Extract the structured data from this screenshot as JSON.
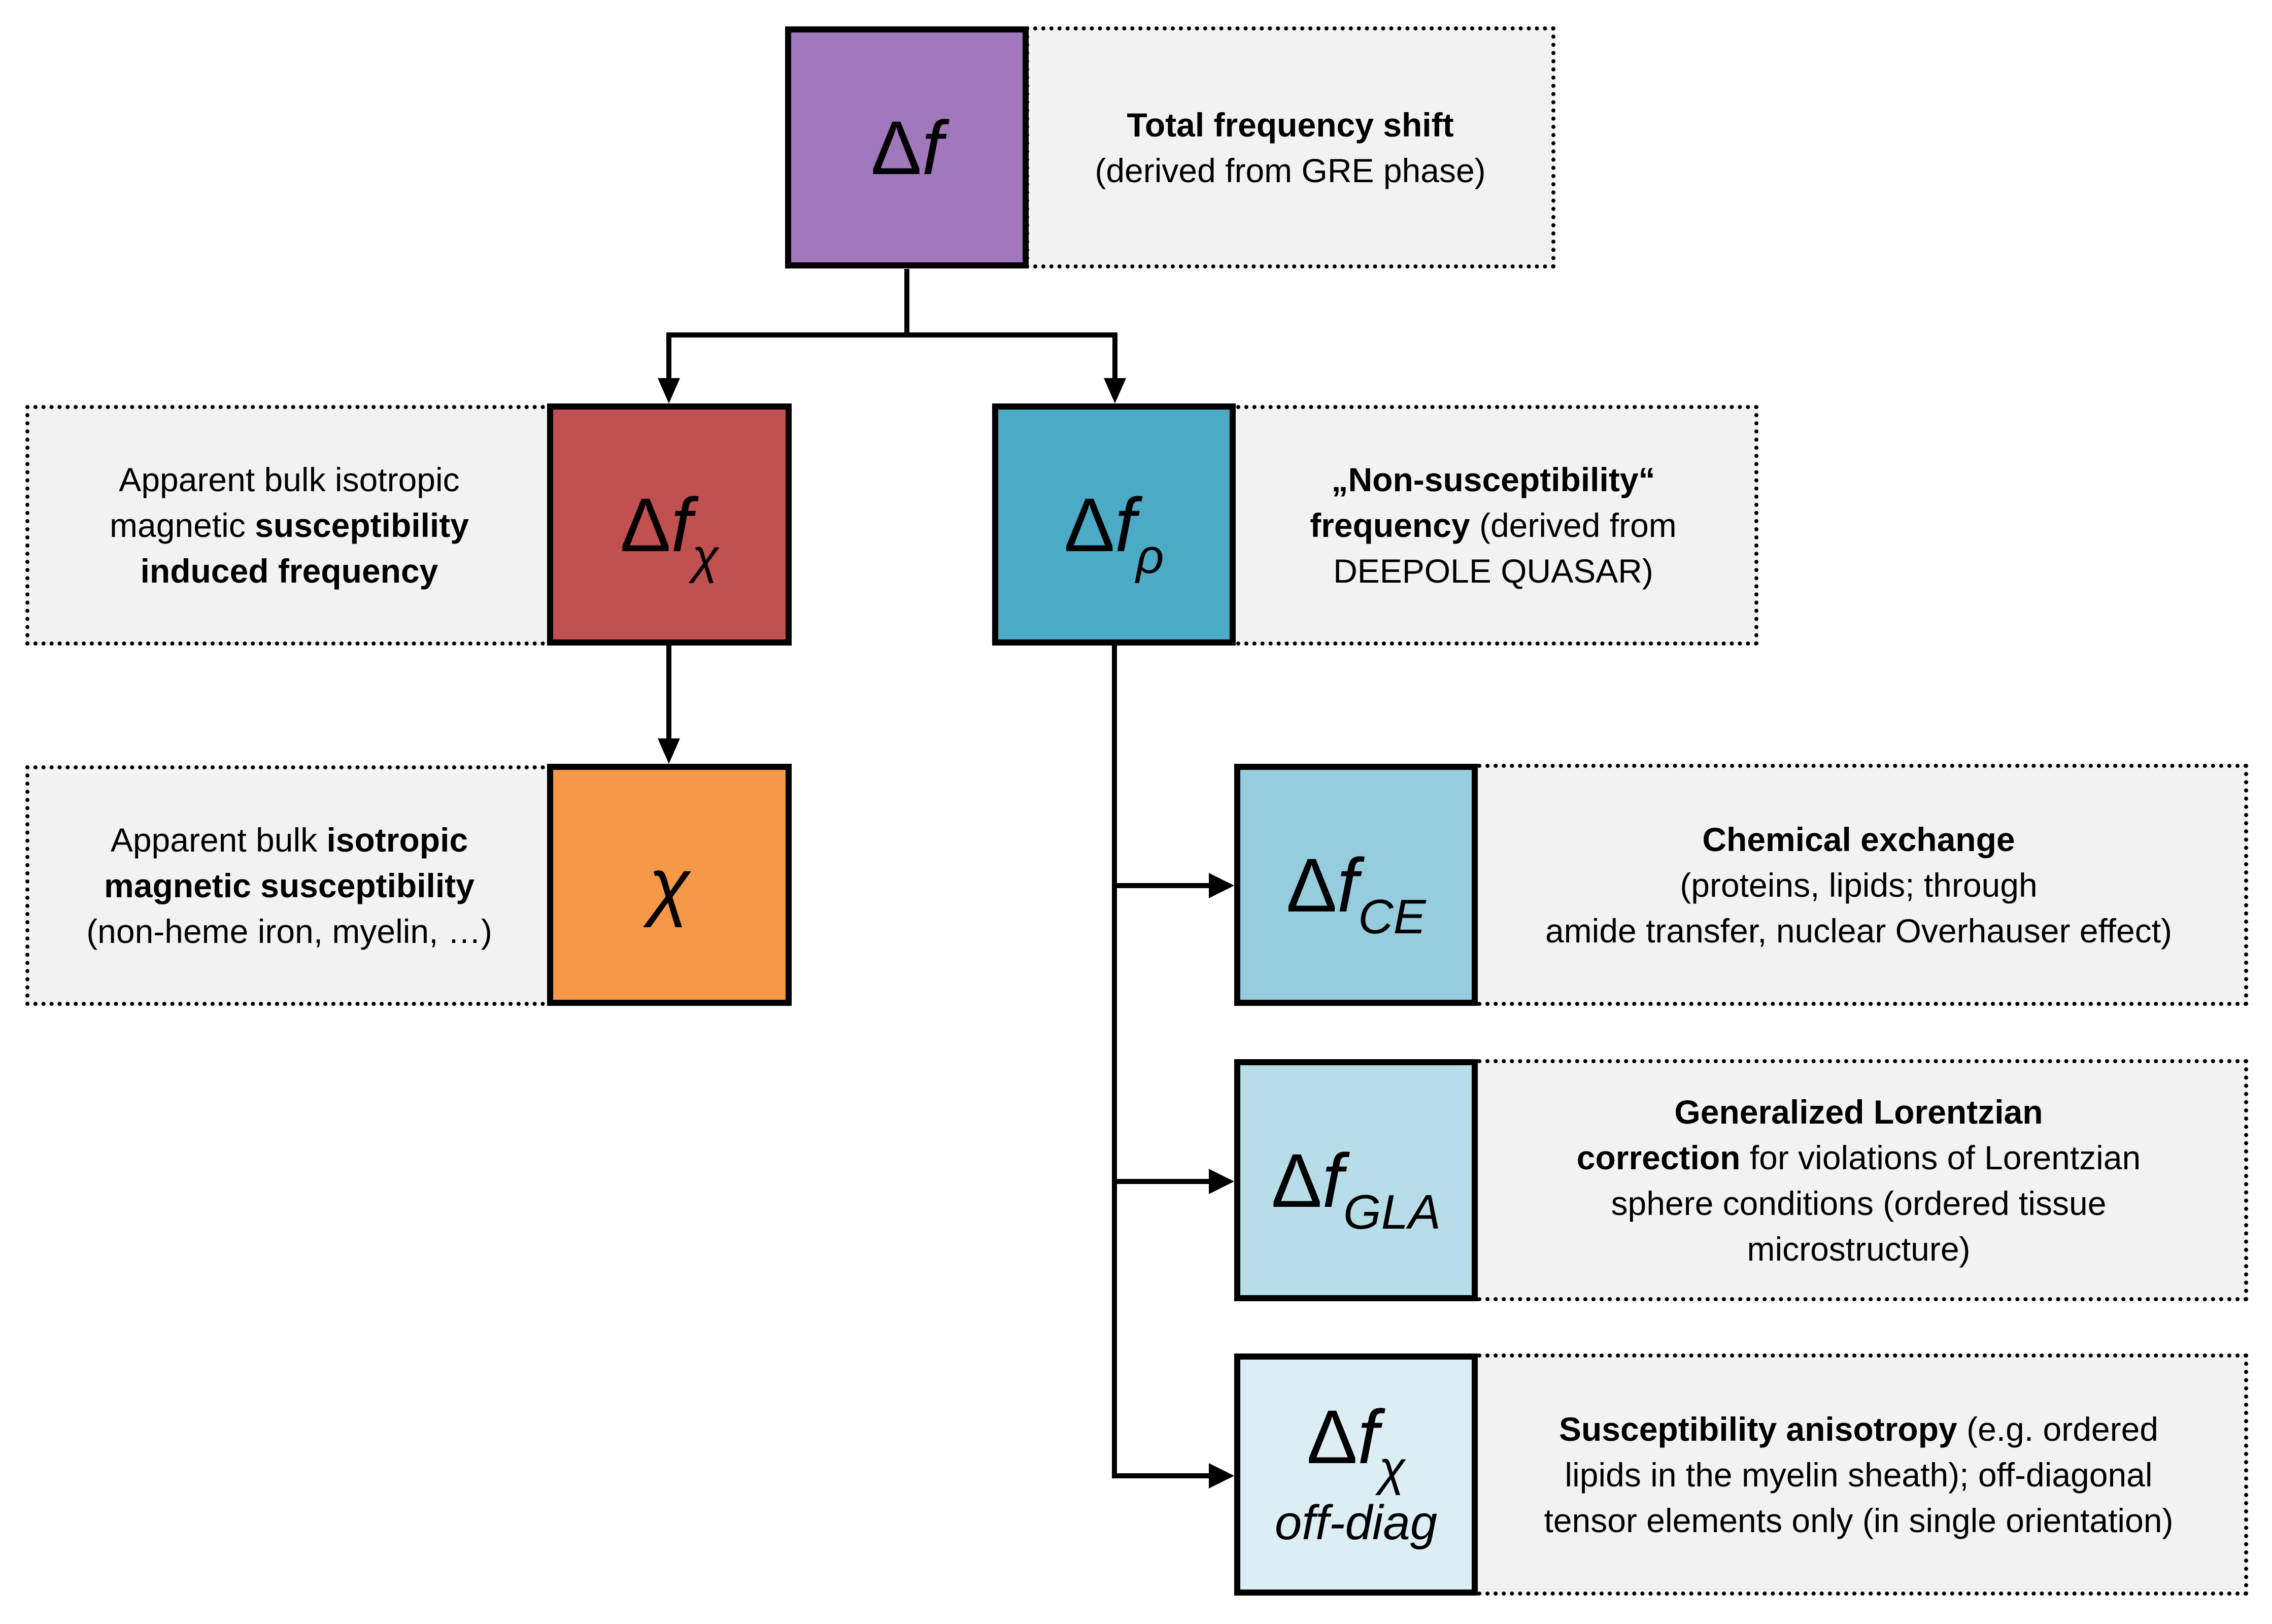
{
  "colors": {
    "total": "#a178bb",
    "chi_freq": "#c05150",
    "rho": "#4babc6",
    "chi": "#f59848",
    "ce": "#95ccde",
    "gla": "#b7dde8",
    "offdiag": "#dcedf4",
    "desc_bg": "#f2f2f2"
  },
  "nodes": {
    "total": {
      "symbol": "Δ",
      "var": "f",
      "sub": "",
      "desc": [
        {
          "parts": [
            {
              "t": "Total frequency shift",
              "b": true
            }
          ]
        },
        {
          "parts": [
            {
              "t": "(derived from GRE phase)",
              "b": false
            }
          ]
        }
      ]
    },
    "chi_freq": {
      "symbol": "Δ",
      "var": "f",
      "sub": "χ",
      "desc": [
        {
          "parts": [
            {
              "t": "Apparent bulk isotropic",
              "b": false
            }
          ]
        },
        {
          "parts": [
            {
              "t": "magnetic ",
              "b": false
            },
            {
              "t": "susceptibility",
              "b": true
            }
          ]
        },
        {
          "parts": [
            {
              "t": "induced frequency",
              "b": true
            }
          ]
        }
      ]
    },
    "rho": {
      "symbol": "Δ",
      "var": "f",
      "sub": "ρ",
      "desc": [
        {
          "parts": [
            {
              "t": "„Non-susceptibility“",
              "b": true
            }
          ]
        },
        {
          "parts": [
            {
              "t": "frequency",
              "b": true
            },
            {
              "t": " (derived from",
              "b": false
            }
          ]
        },
        {
          "parts": [
            {
              "t": "DEEPOLE QUASAR)",
              "b": false
            }
          ]
        }
      ]
    },
    "chi": {
      "symbol": "",
      "var": "χ",
      "sub": "",
      "desc": [
        {
          "parts": [
            {
              "t": "Apparent bulk ",
              "b": false
            },
            {
              "t": "isotropic",
              "b": true
            }
          ]
        },
        {
          "parts": [
            {
              "t": "magnetic susceptibility",
              "b": true
            }
          ]
        },
        {
          "parts": [
            {
              "t": "(non-heme iron, myelin, …)",
              "b": false
            }
          ]
        }
      ]
    },
    "ce": {
      "symbol": "Δ",
      "var": "f",
      "sub": "CE",
      "desc": [
        {
          "parts": [
            {
              "t": "Chemical exchange",
              "b": true
            }
          ]
        },
        {
          "parts": [
            {
              "t": "(proteins, lipids; through",
              "b": false
            }
          ]
        },
        {
          "parts": [
            {
              "t": "amide transfer, nuclear Overhauser effect)",
              "b": false
            }
          ]
        }
      ]
    },
    "gla": {
      "symbol": "Δ",
      "var": "f",
      "sub": "GLA",
      "desc": [
        {
          "parts": [
            {
              "t": "Generalized Lorentzian",
              "b": true
            }
          ]
        },
        {
          "parts": [
            {
              "t": "correction",
              "b": true
            },
            {
              "t": " for violations of Lorentzian",
              "b": false
            }
          ]
        },
        {
          "parts": [
            {
              "t": "sphere conditions (ordered tissue",
              "b": false
            }
          ]
        },
        {
          "parts": [
            {
              "t": "microstructure)",
              "b": false
            }
          ]
        }
      ]
    },
    "offdiag": {
      "symbol": "Δ",
      "var": "f",
      "sub": "χ",
      "extra": "off-diag",
      "desc": [
        {
          "parts": [
            {
              "t": "Susceptibility anisotropy",
              "b": true
            },
            {
              "t": " (e.g. ordered",
              "b": false
            }
          ]
        },
        {
          "parts": [
            {
              "t": "lipids in the myelin sheath); off-diagonal",
              "b": false
            }
          ]
        },
        {
          "parts": [
            {
              "t": "tensor elements only (in single orientation)",
              "b": false
            }
          ]
        }
      ]
    }
  },
  "edges": [
    {
      "from": "total",
      "to": "chi_freq"
    },
    {
      "from": "total",
      "to": "rho"
    },
    {
      "from": "chi_freq",
      "to": "chi"
    },
    {
      "from": "rho",
      "to": "ce"
    },
    {
      "from": "rho",
      "to": "gla"
    },
    {
      "from": "rho",
      "to": "offdiag"
    }
  ]
}
